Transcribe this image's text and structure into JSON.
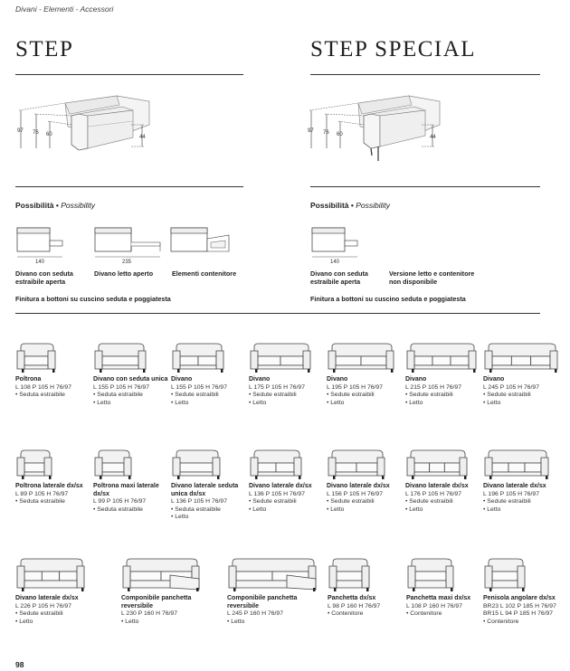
{
  "breadcrumb": "Divani - Elementi - Accessori",
  "left": {
    "title": "STEP",
    "dims": {
      "h1": "97",
      "h2": "76",
      "h3": "60",
      "d": "44"
    },
    "possibility_label": "Possibilità",
    "possibility_en": "Possibility",
    "configs": [
      {
        "caption": "Divano con seduta estraibile aperta",
        "width": "140"
      },
      {
        "caption": "Divano letto aperto",
        "width": "235"
      },
      {
        "caption": "Elementi contenitore",
        "width": ""
      }
    ],
    "note": "Finitura a bottoni su cuscino seduta e poggiatesta"
  },
  "right": {
    "title_bold": "STEP",
    "title_light": "SPECIAL",
    "dims": {
      "h1": "97",
      "h2": "76",
      "h3": "60",
      "d": "44"
    },
    "possibility_label": "Possibilità",
    "possibility_en": "Possibility",
    "configs": [
      {
        "caption": "Divano con seduta estraibile aperta",
        "width": "140"
      },
      {
        "caption": "Versione letto e contenitore non disponibile",
        "width": ""
      }
    ],
    "note": "Finitura a bottoni su cuscino seduta e poggiatesta"
  },
  "rows": [
    [
      {
        "name": "Poltrona",
        "dim": "L 108 P 105 H 76/97",
        "feats": [
          "• Seduta estraibile"
        ]
      },
      {
        "name": "Divano con seduta unica",
        "dim": "L 155 P 105 H 76/97",
        "feats": [
          "• Seduta estraibile",
          "• Letto"
        ]
      },
      {
        "name": "Divano",
        "dim": "L 155 P 105 H 76/97",
        "feats": [
          "• Sedute estraibili",
          "• Letto"
        ]
      },
      {
        "name": "Divano",
        "dim": "L 175 P 105 H 76/97",
        "feats": [
          "• Sedute estraibili",
          "• Letto"
        ]
      },
      {
        "name": "Divano",
        "dim": "L 195 P 105 H 76/97",
        "feats": [
          "• Sedute estraibili",
          "• Letto"
        ]
      },
      {
        "name": "Divano",
        "dim": "L 215 P 105 H 76/97",
        "feats": [
          "• Sedute estraibili",
          "• Letto"
        ]
      },
      {
        "name": "Divano",
        "dim": "L 245 P 105 H 76/97",
        "feats": [
          "• Sedute estraibili",
          "• Letto"
        ]
      }
    ],
    [
      {
        "name": "Poltrona laterale dx/sx",
        "dim": "L 89 P 105 H 76/97",
        "feats": [
          "• Seduta estraibile"
        ]
      },
      {
        "name": "Poltrona maxi laterale dx/sx",
        "dim": "L 99 P 105 H 76/97",
        "feats": [
          "• Seduta estraibile"
        ]
      },
      {
        "name": "Divano laterale seduta unica dx/sx",
        "dim": "L 136 P 105 H 76/97",
        "feats": [
          "• Seduta estraibile",
          "• Letto"
        ]
      },
      {
        "name": "Divano laterale dx/sx",
        "dim": "L 136 P 105 H 76/97",
        "feats": [
          "• Sedute estraibili",
          "• Letto"
        ]
      },
      {
        "name": "Divano laterale dx/sx",
        "dim": "L 156 P 105 H 76/97",
        "feats": [
          "• Sedute estraibili",
          "• Letto"
        ]
      },
      {
        "name": "Divano laterale dx/sx",
        "dim": "L 176 P 105 H 76/97",
        "feats": [
          "• Sedute estraibili",
          "• Letto"
        ]
      },
      {
        "name": "Divano laterale dx/sx",
        "dim": "L 196 P 105 H 76/97",
        "feats": [
          "• Sedute estraibili",
          "• Letto"
        ]
      }
    ],
    [
      {
        "name": "Divano laterale dx/sx",
        "dim": "L 226 P 105 H 76/97",
        "feats": [
          "• Sedute estraibili",
          "• Letto"
        ]
      },
      {
        "name": "Componibile panchetta reversibile",
        "dim": "L 230 P 160 H 76/97",
        "feats": [
          "• Letto"
        ]
      },
      {
        "name": "Componibile panchetta reversibile",
        "dim": "L 245 P 160 H 76/97",
        "feats": [
          "• Letto"
        ]
      },
      {
        "name": "Panchetta dx/sx",
        "dim": "L 98 P 160 H 76/97",
        "feats": [
          "• Contenitore"
        ]
      },
      {
        "name": "Panchetta maxi dx/sx",
        "dim": "L 108 P 160 H 76/97",
        "feats": [
          "• Contenitore"
        ]
      },
      {
        "name": "Penisola angolare dx/sx",
        "dim": "BR23 L 102 P 185 H 76/97",
        "dim2": "BR15 L 94 P 185 H 76/97",
        "feats": [
          "• Contenitore"
        ]
      }
    ]
  ],
  "page_number": "98"
}
